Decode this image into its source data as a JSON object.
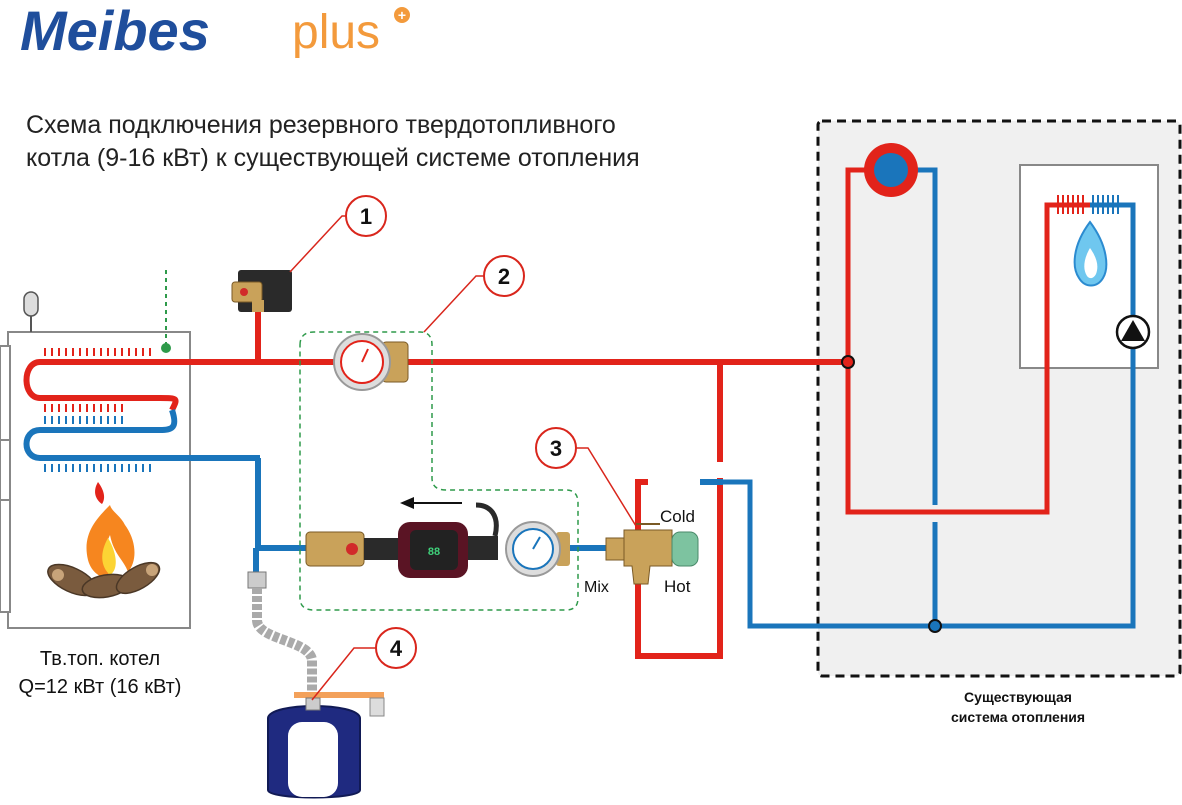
{
  "logo": {
    "brand": "Meibes",
    "suffix": "plus",
    "mark": "+"
  },
  "title": {
    "line1": "Схема подключения резервного твердотопливного",
    "line2": "котла (9-16 кВт) к существующей системе отопления"
  },
  "boiler": {
    "label_line1": "Тв.топ. котел",
    "label_line2": "Q=12 кВт (16 кВт)"
  },
  "existing_system": {
    "label_line1": "Существующая",
    "label_line2": "система отопления"
  },
  "valve_labels": {
    "cold": "Cold",
    "hot": "Hot",
    "mix": "Mix"
  },
  "callouts": [
    "1",
    "2",
    "3",
    "4"
  ],
  "icons": {
    "pump_symbol": "pump-triangle-icon",
    "flame": "gas-flame-icon",
    "fire": "firewood-fire-icon"
  },
  "colors": {
    "hot_pipe": "#e2231a",
    "cold_pipe": "#1a75bb",
    "brand_blue": "#1f4e9c",
    "brand_orange": "#f39a3c",
    "callout_red": "#d9261c",
    "group_dashed": "#2e9a4a"
  }
}
